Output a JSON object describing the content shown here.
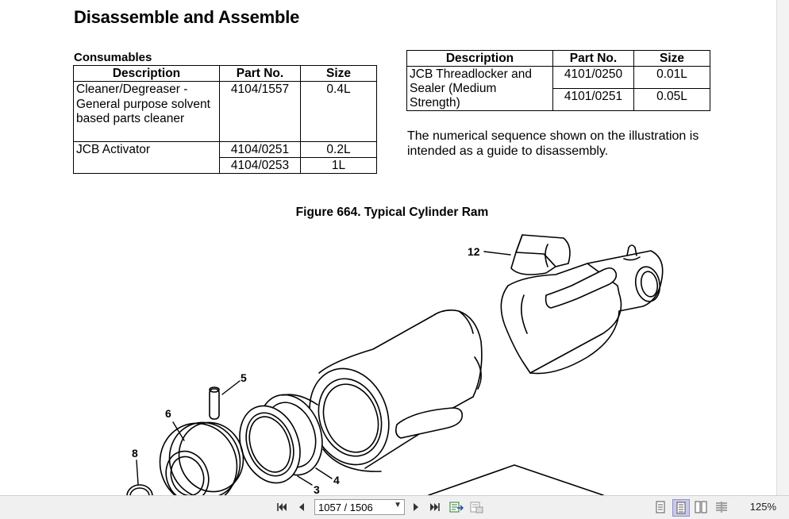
{
  "page": {
    "title": "Disassemble and Assemble",
    "consumables_heading": "Consumables"
  },
  "table1": {
    "headers": [
      "Description",
      "Part No.",
      "Size"
    ],
    "rows": [
      {
        "desc": "Cleaner/Degreaser - General purpose solvent based parts cleaner",
        "parts": [
          "4104/1557"
        ],
        "sizes": [
          "0.4L"
        ]
      },
      {
        "desc": "JCB Activator",
        "parts": [
          "4104/0251",
          "4104/0253"
        ],
        "sizes": [
          "0.2L",
          "1L"
        ]
      }
    ]
  },
  "table2": {
    "headers": [
      "Description",
      "Part No.",
      "Size"
    ],
    "rows": [
      {
        "desc": "JCB Threadlocker and Sealer (Medium Strength)",
        "parts": [
          "4101/0250",
          "4101/0251"
        ],
        "sizes": [
          "0.01L",
          "0.05L"
        ]
      }
    ]
  },
  "note": "The numerical sequence shown on the illustration is intended as a guide to disassembly.",
  "figure": {
    "caption": "Figure 664. Typical Cylinder Ram",
    "callouts": {
      "c12": "12",
      "c5": "5",
      "c6": "6",
      "c8": "8",
      "c3": "3",
      "c4": "4"
    }
  },
  "toolbar": {
    "page_display": "1057 / 1506",
    "zoom": "125%",
    "icons": [
      "first-page-icon",
      "prev-page-icon",
      "next-page-icon",
      "last-page-icon",
      "fit-width-icon",
      "fit-page-icon",
      "single-page-icon",
      "continuous-page-icon",
      "facing-pages-icon",
      "facing-continuous-icon"
    ]
  }
}
